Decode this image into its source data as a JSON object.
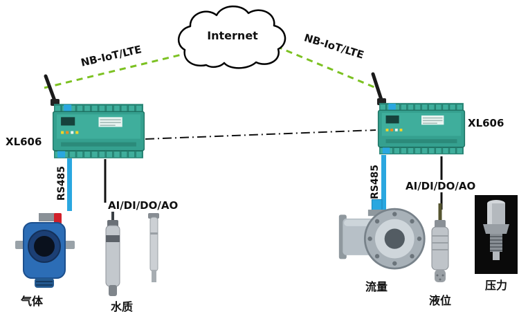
{
  "diagram": {
    "internet_label": "Internet",
    "link_left_label": "NB-IoT/LTE",
    "link_right_label": "NB-IoT/LTE",
    "device_left": {
      "model": "XL606",
      "bus_label": "RS485",
      "io_label": "AI/DI/DO/AO"
    },
    "device_right": {
      "model": "XL606",
      "bus_label": "RS485",
      "io_label": "AI/DI/DO/AO"
    },
    "sensors": {
      "gas_label": "气体",
      "water_quality_label": "水质",
      "flow_label": "流量",
      "level_label": "液位",
      "pressure_label": "压力"
    },
    "colors": {
      "link_green": "#7cc122",
      "rs485_blue": "#2aa7e0",
      "device_green": "#35a08f",
      "line_black": "#111111"
    }
  }
}
